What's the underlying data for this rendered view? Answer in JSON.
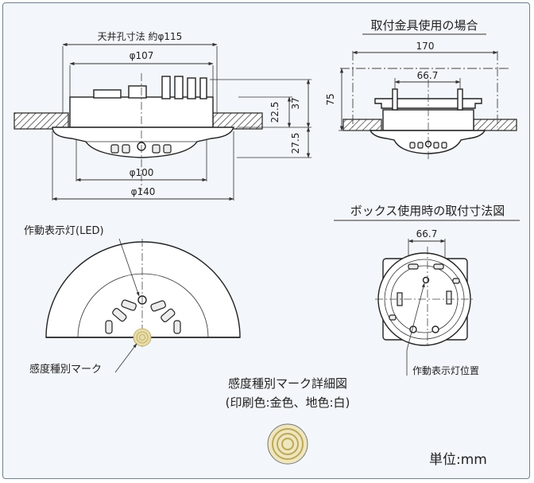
{
  "labels": {
    "ceiling_hole": "天井孔寸法 約φ115",
    "d107": "φ107",
    "d100": "φ100",
    "d140": "φ140",
    "h22_5": "22.5",
    "h37": "37",
    "h27_5": "27.5",
    "bracket_title": "取付金具使用の場合",
    "w170": "170",
    "w66_7_top": "66.7",
    "h75": "75",
    "box_title": "ボックス使用時の取付寸法図",
    "w66_7_box": "66.7",
    "led_label": "作動表示灯(LED)",
    "mark_label": "感度種別マーク",
    "led_pos_label": "作動表示灯位置",
    "detail_title": "感度種別マーク詳細図",
    "detail_sub": "(印刷色:金色、地色:白)",
    "unit": "単位:mm"
  },
  "colors": {
    "line": "#222222",
    "frame": "#6f7f90",
    "background": "#f3f6fa",
    "gold": "#d8c98a"
  }
}
